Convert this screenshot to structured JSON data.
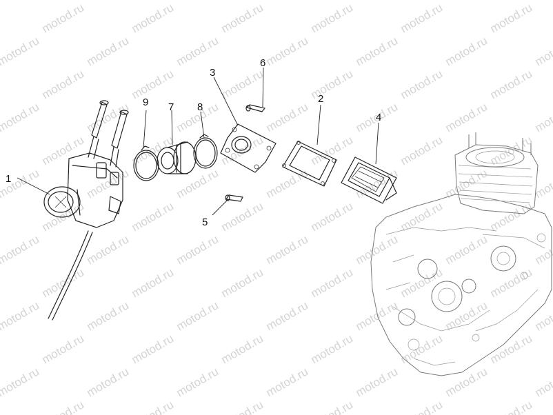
{
  "watermark": {
    "text": "motod.ru",
    "color": "#d4d4d4"
  },
  "callouts": [
    {
      "id": "1",
      "label": "1",
      "part": "carburetor"
    },
    {
      "id": "2",
      "label": "2",
      "part": "reed-gasket"
    },
    {
      "id": "3",
      "label": "3",
      "part": "intake-manifold"
    },
    {
      "id": "4",
      "label": "4",
      "part": "reed-valve"
    },
    {
      "id": "5",
      "label": "5",
      "part": "bolt"
    },
    {
      "id": "6",
      "label": "6",
      "part": "bolt"
    },
    {
      "id": "7",
      "label": "7",
      "part": "intake-sleeve"
    },
    {
      "id": "8",
      "label": "8",
      "part": "hose-clamp"
    },
    {
      "id": "9",
      "label": "9",
      "part": "hose-clamp"
    }
  ],
  "colors": {
    "line": "#222222",
    "engine": "#7a7a7a",
    "background": "#ffffff"
  }
}
